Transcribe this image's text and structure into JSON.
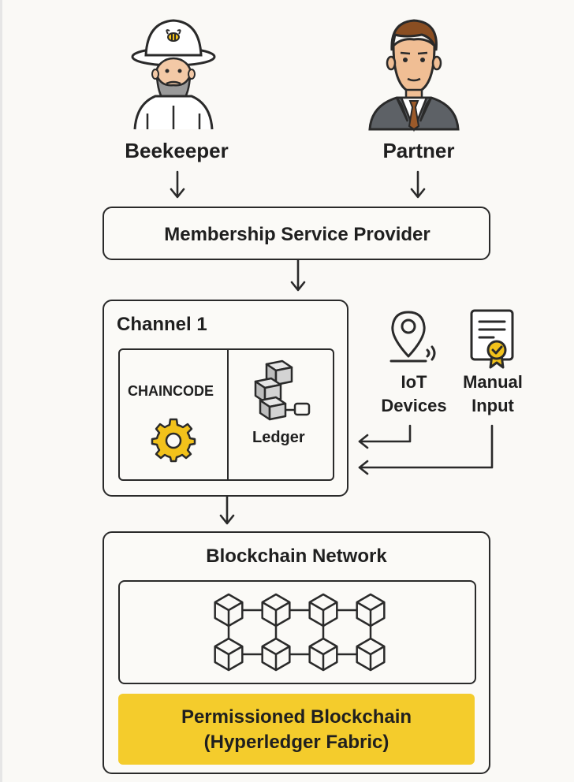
{
  "actors": {
    "beekeeper": {
      "label": "Beekeeper",
      "icon": "beekeeper-icon"
    },
    "partner": {
      "label": "Partner",
      "icon": "businessman-icon"
    }
  },
  "msp": {
    "label": "Membership Service Provider"
  },
  "channel": {
    "title": "Channel 1",
    "chaincode_label": "CHAINCODE",
    "chaincode_icon": "gear-icon",
    "ledger_label": "Ledger",
    "ledger_icon": "cubes-icon"
  },
  "inputs": {
    "iot": {
      "line1": "IoT",
      "line2": "Devices",
      "icon": "location-signal-icon"
    },
    "manual": {
      "line1": "Manual",
      "line2": "Input",
      "icon": "certificate-document-icon"
    }
  },
  "network": {
    "title": "Blockchain Network",
    "blocks_icon": "linked-blocks-icon",
    "banner_line1": "Permissioned Blockchain",
    "banner_line2": "(Hyperledger Fabric)"
  },
  "colors": {
    "accent_yellow": "#f4cc2c",
    "gear_yellow": "#f2c21b",
    "stroke": "#2a2a2a",
    "background": "#faf9f6"
  }
}
